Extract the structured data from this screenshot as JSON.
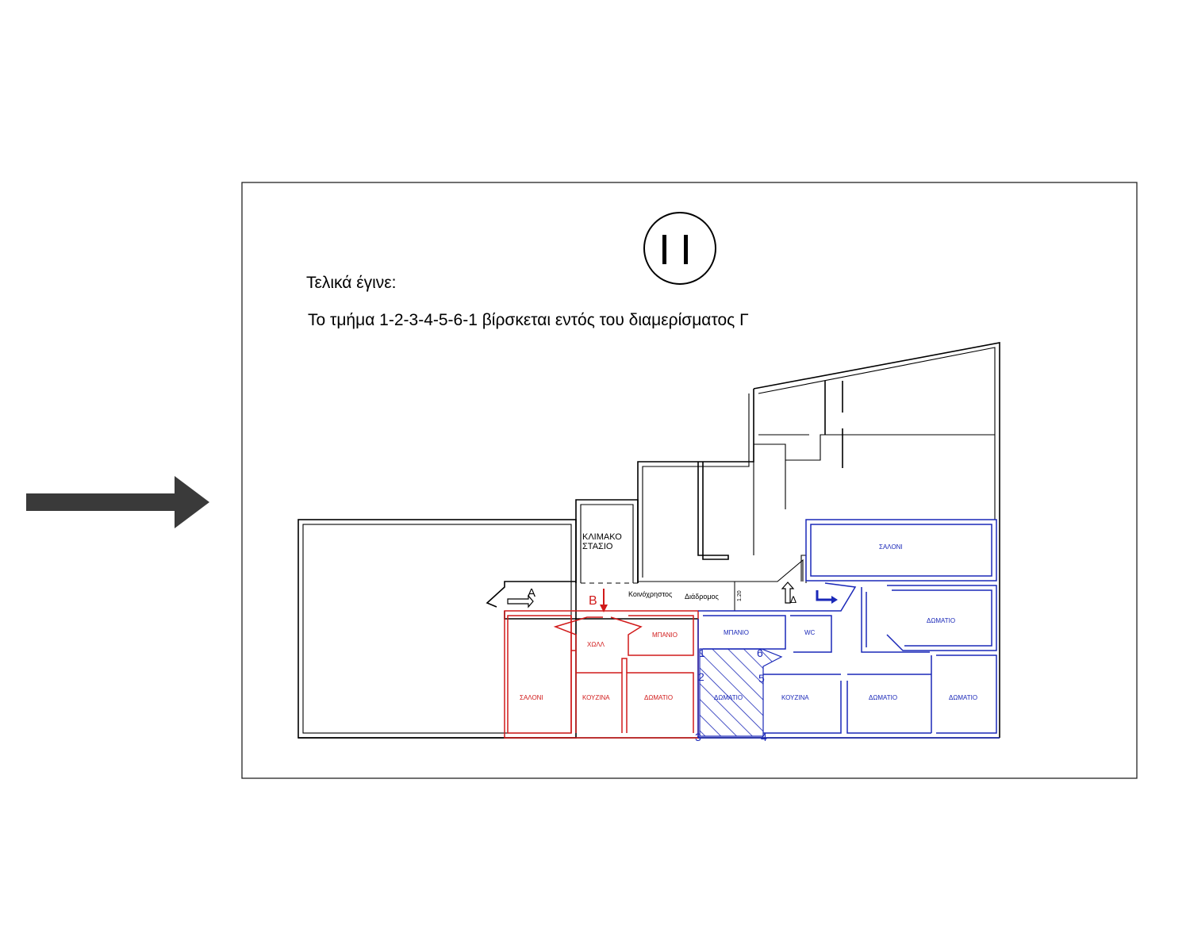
{
  "header": {
    "sheet_number": "II",
    "line1": "Τελικά έγινε:",
    "line2": "Το τμήμα 1-2-3-4-5-6-1 βίρσκεται εντός του διαμερίσματος Γ"
  },
  "colors": {
    "wall": "#000000",
    "apartment_b": "#d11a1a",
    "apartment_g": "#1a28b8",
    "arrow": "#3a3a3a"
  },
  "plan": {
    "stair_label_1": "ΚΛΙΜΑΚΟ",
    "stair_label_2": "ΣΤΑΣΙΟ",
    "corridor_word1": "Κοινόχρηστος",
    "corridor_word2": "Διάδρομος",
    "corridor_dim": "1.20",
    "entrances": {
      "a": "Α",
      "b": "Β",
      "d": "Δ"
    },
    "apartment_b_rooms": {
      "hall": "ΧΩΛΛ",
      "bath": "ΜΠΑΝΙΟ",
      "living": "ΣΑΛΟΝΙ",
      "kitchen": "ΚΟΥΖΙΝΑ",
      "bedroom": "ΔΩΜΑΤΙΟ"
    },
    "apartment_g_rooms": {
      "living": "ΣΑΛΟΝΙ",
      "bath": "ΜΠΑΝΙΟ",
      "wc": "WC",
      "room_top_right": "ΔΩΜΑΤΙΟ",
      "room_hatched": "ΔΩΜΑΤΙΟ",
      "kitchen": "ΚΟΥΖΙΝΑ",
      "room_mid": "ΔΩΜΑΤΙΟ",
      "room_right": "ΔΩΜΑΤΙΟ"
    },
    "points": {
      "p1": "1",
      "p2": "2",
      "p3": "3",
      "p4": "4",
      "p5": "5",
      "p6": "6"
    }
  }
}
